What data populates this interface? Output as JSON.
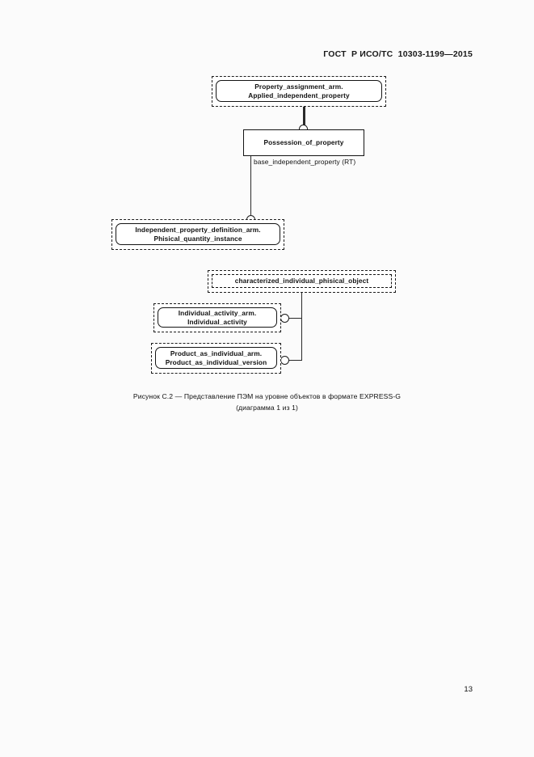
{
  "document": {
    "header": "ГОСТ  Р ИСО/ТС  10303-1199—2015",
    "page_number": "13"
  },
  "figure": {
    "caption_line1": "Рисунок С.2 —  Представление ПЭМ на уровне объектов в формате EXPRESS-G",
    "caption_line2": "(диаграмма 1 из 1)",
    "nodes": [
      {
        "id": "property-assignment-arm",
        "label": "Property_assignment_arm.\nApplied_independent_property",
        "style": "schema-rounded"
      },
      {
        "id": "possession-of-property",
        "label": "Possession_of_property",
        "style": "plain-rectangle"
      },
      {
        "id": "independent-property-definition-arm",
        "label": "Independent_property_definition_arm.\nPhisical_quantity_instance",
        "style": "schema-rounded"
      },
      {
        "id": "characterized-individual-phisical-object",
        "label": "characterized_individual_phisical_object",
        "style": "schema-dashed-inner"
      },
      {
        "id": "individual-activity-arm",
        "label": "Individual_activity_arm.\nIndividual_activity",
        "style": "schema-rounded"
      },
      {
        "id": "product-as-individual-arm",
        "label": "Product_as_individual_arm.\nProduct_as_individual_version",
        "style": "schema-rounded"
      }
    ],
    "relationships": [
      {
        "id": "base-independent-property",
        "label": "base_independent_property (RT)"
      }
    ]
  }
}
